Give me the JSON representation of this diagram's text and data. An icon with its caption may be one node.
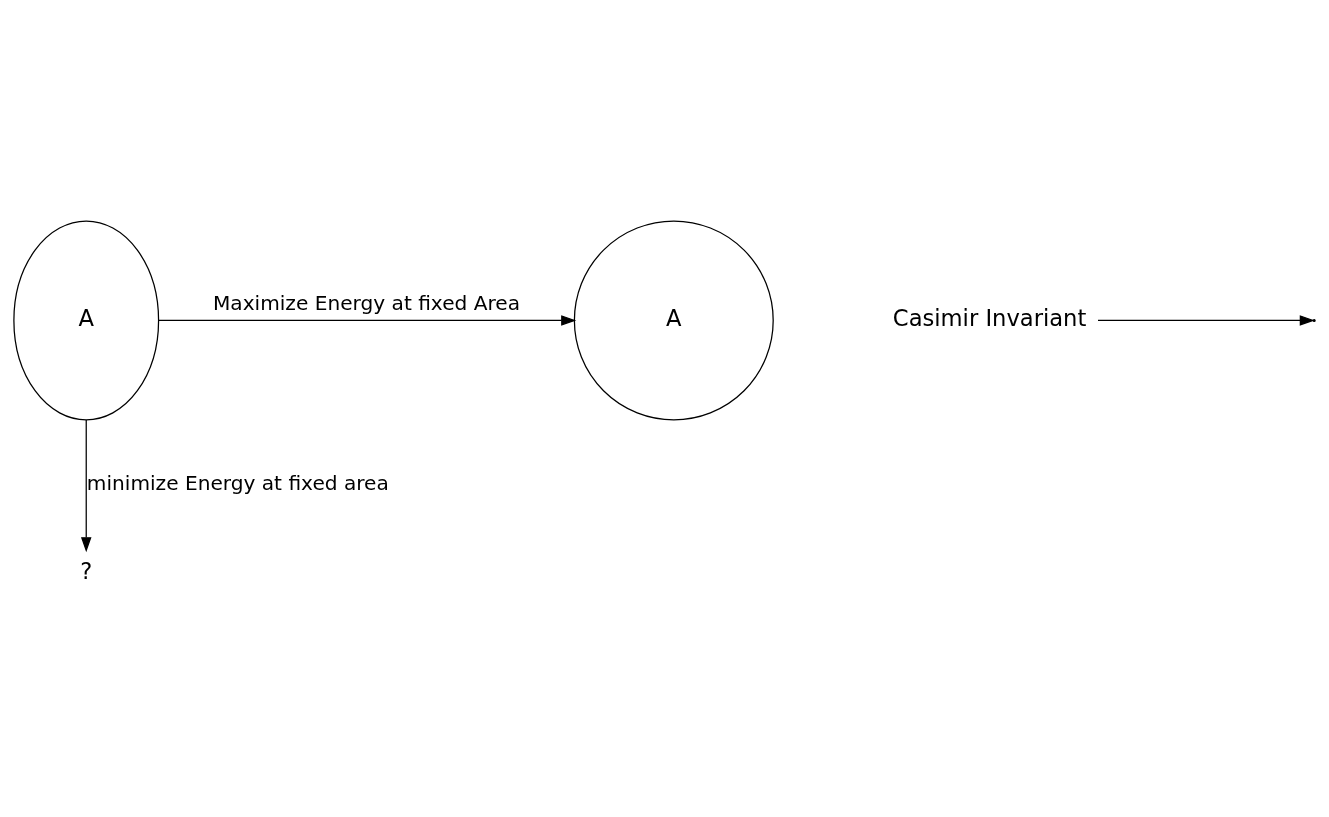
{
  "diagram": {
    "nodes": [
      {
        "text": [
          "A"
        ]
      },
      {
        "text": [
          "A"
        ]
      },
      {
        "text": [
          "?"
        ]
      },
      {
        "text": [
          "Casimir Invariant"
        ]
      }
    ],
    "edges": [
      {
        "from": 0,
        "to": 1,
        "arrow": "to",
        "label": "Maximize Energy at fixed Area"
      },
      {
        "from": 0,
        "to": 2,
        "arrow": "to",
        "label": "minimize Energy at fixed area"
      },
      {
        "from": 3,
        "to": null,
        "arrow": "to"
      }
    ]
  }
}
